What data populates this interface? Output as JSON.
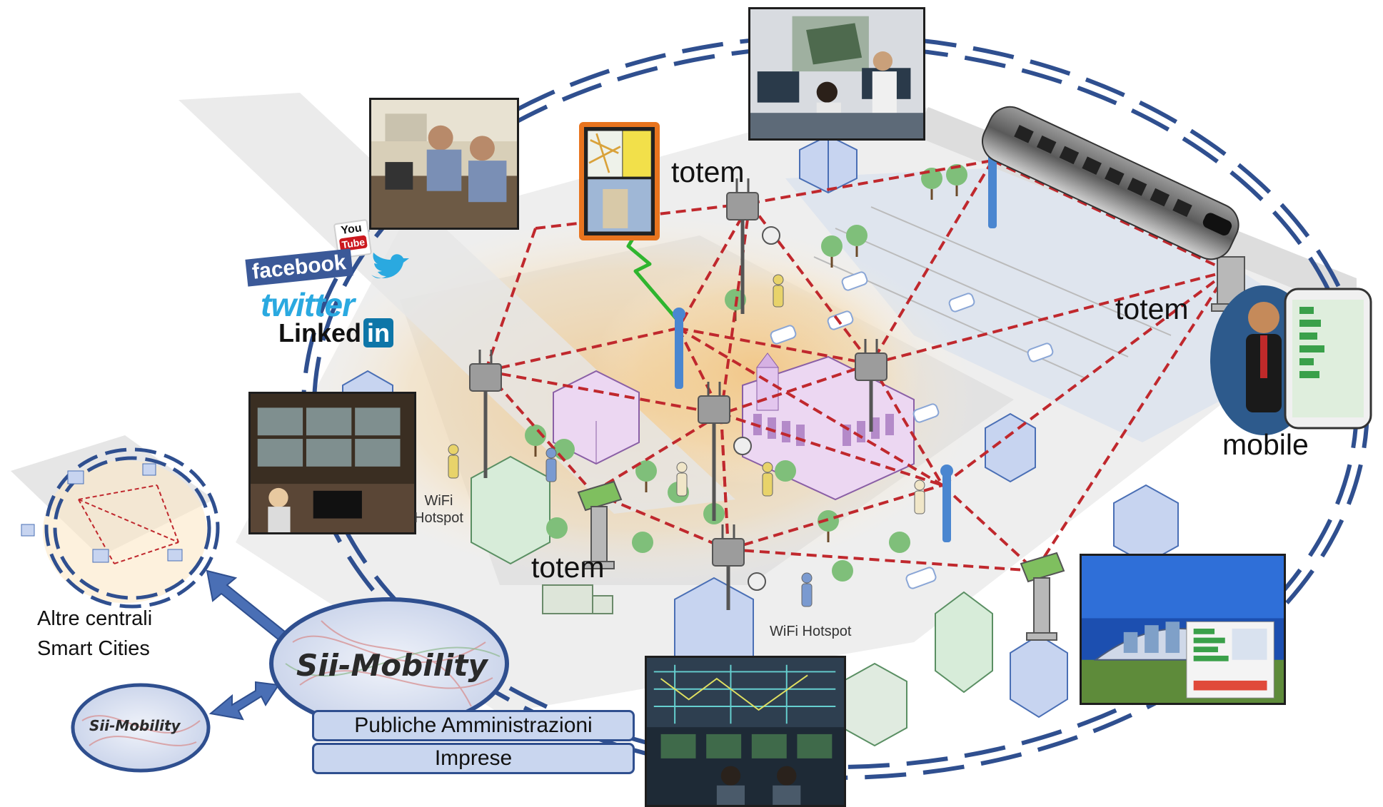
{
  "labels": {
    "totem_top": "totem",
    "totem_right": "totem",
    "totem_bottom": "totem",
    "mobile": "mobile",
    "wifi_hotspot_left_line1": "WiFi",
    "wifi_hotspot_left_line2": "Hotspot",
    "wifi_hotspot_bottom": "WiFi Hotspot"
  },
  "other_cities": {
    "line1": "Altre centrali",
    "line2": "Smart Cities"
  },
  "sii_mobility": {
    "main": "Sii-Mobility",
    "small": "Sii-Mobility"
  },
  "stakeholders": {
    "public_admin": "Publiche Amministrazioni",
    "companies": "Imprese"
  },
  "social": {
    "youtube_you": "You",
    "youtube_tube": "Tube",
    "facebook": "facebook",
    "twitter": "twitter",
    "linkedin": "Linked",
    "linkedin_in": "in"
  },
  "colors": {
    "ring_dashes": "#2f4f8f",
    "mesh_links": "#c0282d",
    "wireless_link": "#2fb52f",
    "hotspot_glow": "#f3c27a",
    "sii_ellipse_fill": "#dfe6f5",
    "box_fill": "#c9d6ef",
    "facebook": "#3b5998",
    "twitter": "#2aa9e0",
    "linkedin": "#0e76a8",
    "youtube": "#cc181e"
  }
}
